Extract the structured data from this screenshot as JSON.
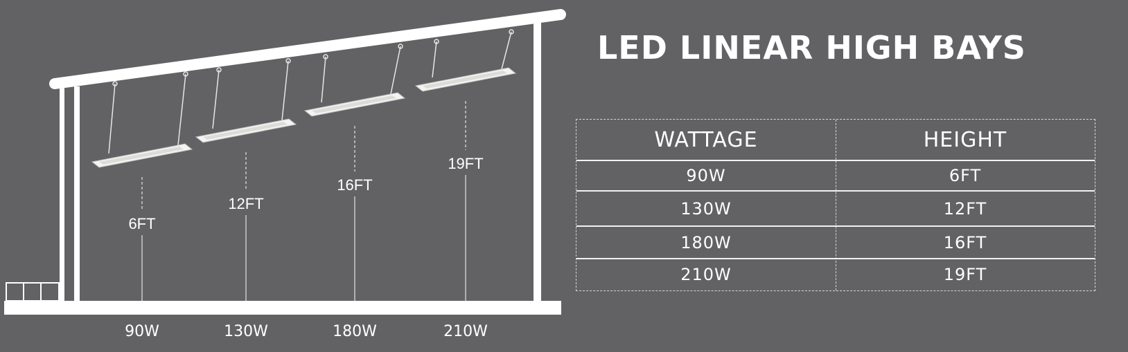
{
  "title": "LED LINEAR HIGH BAYS",
  "fixtures": [
    {
      "wattage": "90W",
      "height": "6FT"
    },
    {
      "wattage": "130W",
      "height": "12FT"
    },
    {
      "wattage": "180W",
      "height": "16FT"
    },
    {
      "wattage": "210W",
      "height": "19FT"
    }
  ],
  "table": {
    "headers": [
      "WATTAGE",
      "HEIGHT"
    ],
    "rows": [
      [
        "90W",
        "6FT"
      ],
      [
        "130W",
        "12FT"
      ],
      [
        "180W",
        "16FT"
      ],
      [
        "210W",
        "19FT"
      ]
    ]
  },
  "colors": {
    "background": "#626265",
    "structure": "#ffffff",
    "text": "#ffffff"
  }
}
